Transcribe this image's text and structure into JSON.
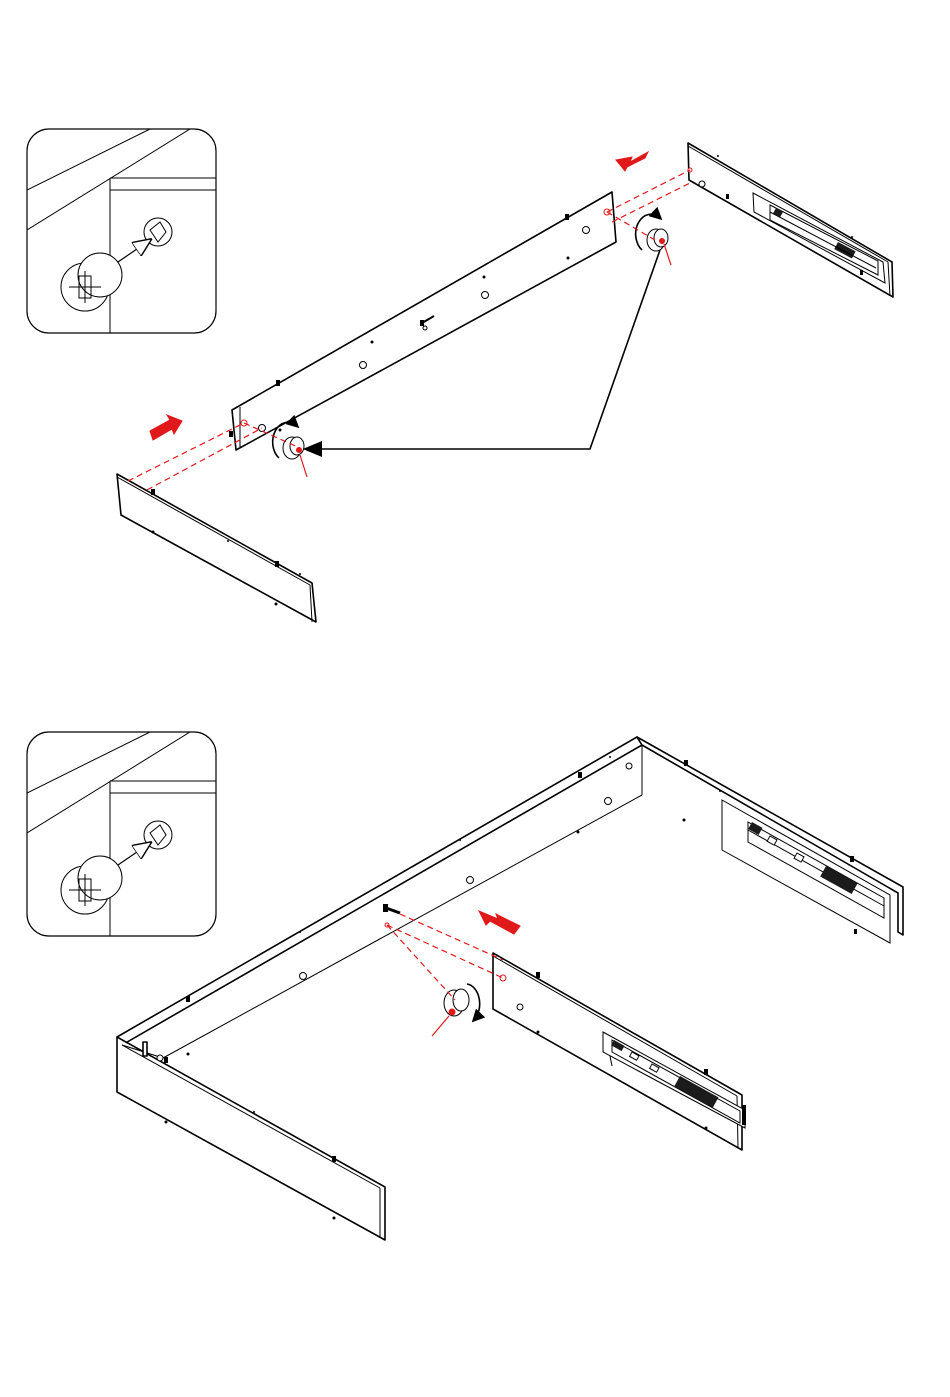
{
  "document": {
    "steps": [
      {
        "inset": {
          "icon": "cam-lock-insert-detail"
        },
        "parts": [
          "back-panel-long",
          "left-side-panel",
          "right-side-panel-with-drawer-slide"
        ],
        "hardware": [
          "cam-bolt",
          "cam-lock"
        ],
        "direction_arrows": [
          "arrow-into-left",
          "arrow-into-right"
        ]
      },
      {
        "inset": {
          "icon": "cam-lock-insert-detail"
        },
        "parts": [
          "u-frame",
          "inner-side-panel-with-drawer-slide"
        ],
        "hardware": [
          "cam-bolt",
          "cam-lock"
        ],
        "direction_arrows": [
          "arrow-into-back"
        ]
      }
    ],
    "colors": {
      "accent": "#e0191b",
      "line": "#000000",
      "paper": "#ffffff"
    }
  }
}
